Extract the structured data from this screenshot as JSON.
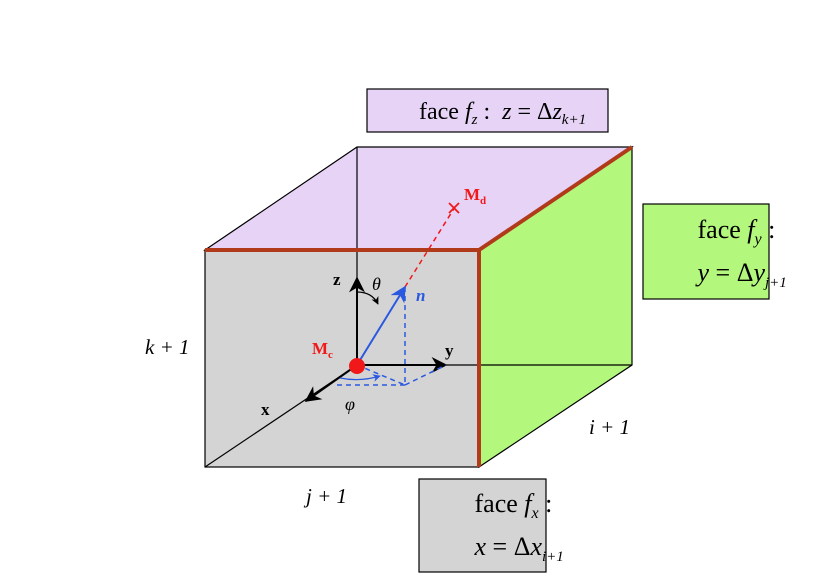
{
  "colors": {
    "top_face": "#e6d3f5",
    "front_face": "#d4d4d4",
    "right_face": "#b3f77d",
    "edge_highlight": "#b03a1a",
    "edge": "#000000",
    "vector_n": "#2a59e0",
    "projection": "#2a59e0",
    "point": "#f01818",
    "box_label_bg_z": "#e6d3f5",
    "box_label_bg_y": "#b3f77d",
    "box_label_bg_x": "#d4d4d4"
  },
  "labels": {
    "face_z": {
      "prefix": "face ",
      "f": "f",
      "f_sub": "z",
      "colon": " :  ",
      "var": "z",
      "eq": " = Δ",
      "var2": "z",
      "sub2": "k+1"
    },
    "face_y": {
      "prefix": "face ",
      "f": "f",
      "f_sub": "y",
      "colon": " :",
      "var": "y",
      "eq": " = Δ",
      "var2": "y",
      "sub2": "j+1"
    },
    "face_x": {
      "prefix": "face ",
      "f": "f",
      "f_sub": "x",
      "colon": " :",
      "var": "x",
      "eq": " = Δ",
      "var2": "x",
      "sub2": "i+1"
    },
    "k_plus_1": "k + 1",
    "j_plus_1": "j + 1",
    "i_plus_1": "i + 1",
    "axis_z": "z",
    "axis_y": "y",
    "axis_x": "x",
    "theta": "θ",
    "phi": "φ",
    "n": "n",
    "Mc": "M",
    "Mc_sub": "c",
    "Md": "M",
    "Md_sub": "d"
  },
  "icons": {
    "point_Mc": "filled-circle",
    "point_Md": "x-cross"
  }
}
